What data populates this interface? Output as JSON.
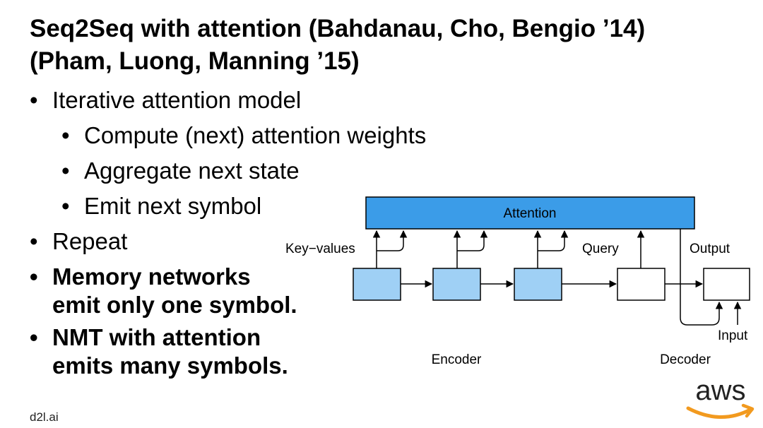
{
  "slide": {
    "title_line1": "Seq2Seq with attention (Bahdanau, Cho, Bengio ’14)",
    "title_line2": "(Pham, Luong, Manning ’15)",
    "bullets": [
      {
        "text": "Iterative attention model"
      },
      {
        "text": "Compute (next) attention weights"
      },
      {
        "text": "Aggregate next state"
      },
      {
        "text": "Emit next symbol"
      },
      {
        "text": "Repeat"
      },
      {
        "line1": "Memory networks",
        "line2": "emit only one symbol."
      },
      {
        "line1": "NMT with attention",
        "line2": "emits many symbols."
      }
    ],
    "bullet_glyph": "•",
    "footer": "d2l.ai"
  },
  "diagram": {
    "attention_label": "Attention",
    "key_values_label": "Key−values",
    "query_label": "Query",
    "output_label": "Output",
    "input_label": "Input",
    "encoder_label": "Encoder",
    "decoder_label": "Decoder",
    "colors": {
      "attention_fill": "#3b9ce8",
      "encoder_fill": "#9fd0f5",
      "stroke": "#000000"
    }
  },
  "logo": {
    "text": "aws",
    "swoosh_color": "#f29a1f",
    "text_color": "#222222"
  }
}
